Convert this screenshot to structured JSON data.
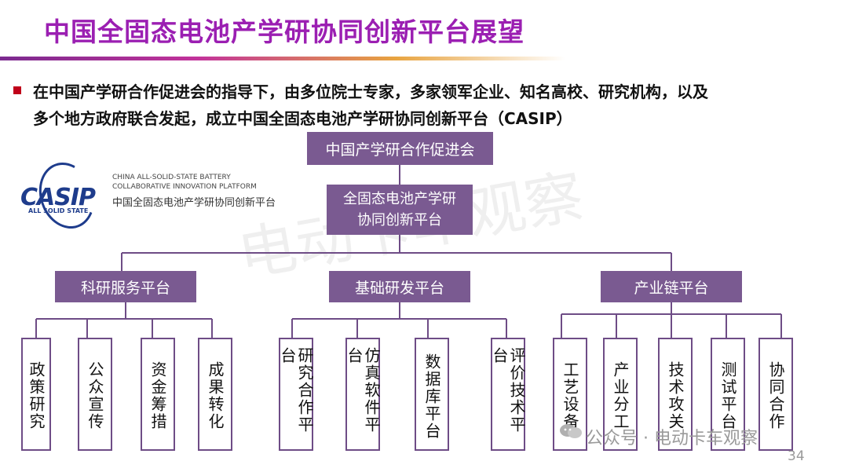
{
  "slide": {
    "title": "中国全固态电池产学研协同创新平台展望",
    "bullet": {
      "line1": "在中国产学研合作促进会的指导下，由多位院士专家，多家领军企业、知名高校、研究机构，以及",
      "line2": "多个地方政府联合发起，成立中国全固态电池产学研协同创新平台（CASIP）"
    },
    "logo": {
      "mark": "CASIP",
      "mark_sub": "ALL SOLID STATE",
      "en_line1": "CHINA ALL-SOLID-STATE BATTERY",
      "en_line2": "COLLABORATIVE INNOVATION PLATFORM",
      "cn": "中国全固态电池产学研协同创新平台"
    },
    "org": {
      "top": "中国产学研合作促进会",
      "core_line1": "全固态电池产学研",
      "core_line2": "协同创新平台",
      "branches": [
        {
          "label": "科研服务平台",
          "leaves": [
            "政策研究",
            "公众宣传",
            "资金筹措",
            "成果转化"
          ]
        },
        {
          "label": "基础研发平台",
          "leaves": [
            "研究合作平台",
            "仿真软件平台",
            "数据库平台",
            "评价技术平台"
          ]
        },
        {
          "label": "产业链平台",
          "leaves": [
            "工艺设备",
            "产业分工",
            "技术攻关",
            "测试平台",
            "协同合作"
          ]
        }
      ]
    },
    "watermark": "电动卡车观察",
    "watermark_bottom": "公众号 · 电动卡车观察",
    "page_number": "34",
    "colors": {
      "title": "#9b1fb2",
      "box": "#7a5a91",
      "line": "#6e4c86",
      "bullet": "#c0001a",
      "logo": "#1e3c8c"
    }
  }
}
